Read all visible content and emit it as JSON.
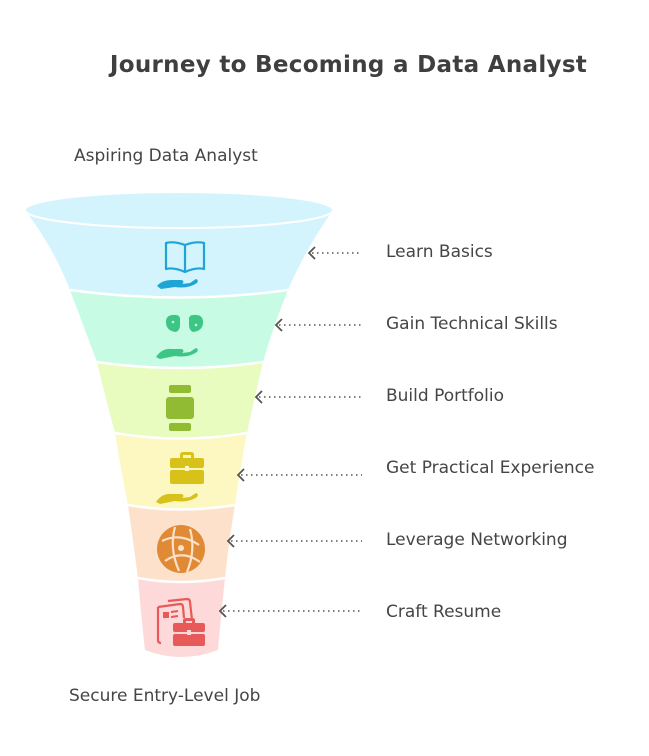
{
  "title": "Journey to Becoming a Data Analyst",
  "top_label": "Aspiring Data Analyst",
  "bottom_label": "Secure Entry-Level Job",
  "steps": [
    {
      "label": "Learn Basics",
      "icon": "book-in-hand-icon",
      "fill": "#d3f3fd",
      "accent": "#1ea5d6"
    },
    {
      "label": "Gain Technical Skills",
      "icon": "brain-in-hand-icon",
      "fill": "#c7fbe3",
      "accent": "#3cc584"
    },
    {
      "label": "Build Portfolio",
      "icon": "smartwatch-icon",
      "fill": "#e9fcc0",
      "accent": "#92bb34"
    },
    {
      "label": "Get Practical Experience",
      "icon": "briefcase-in-hand-icon",
      "fill": "#fdf7c2",
      "accent": "#d8c21a"
    },
    {
      "label": "Leverage Networking",
      "icon": "globe-network-icon",
      "fill": "#fde1cb",
      "accent": "#e08a35"
    },
    {
      "label": "Craft Resume",
      "icon": "resume-briefcase-icon",
      "fill": "#fdd9d9",
      "accent": "#e85a5a"
    }
  ]
}
